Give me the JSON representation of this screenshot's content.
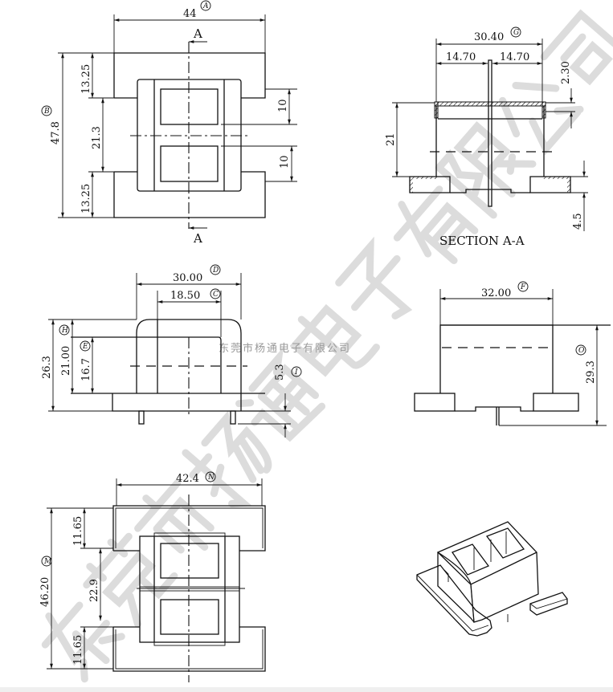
{
  "watermark": {
    "large": "东莞市杨通电子有限公司",
    "small": "东莞市杨通电子有限公司"
  },
  "top_view": {
    "width": "44",
    "width_ref": "A",
    "height": "47.8",
    "height_ref": "B",
    "flange_top": "13.25",
    "gap": "21.3",
    "flange_bottom": "13.25",
    "window_top": "10",
    "window_bottom": "10",
    "section_mark": "A"
  },
  "section_view": {
    "title": "SECTION A-A",
    "width": "30.40",
    "width_ref": "G",
    "half_left": "14.70",
    "half_right": "14.70",
    "height": "21",
    "wall": "2.30",
    "base": "4.5"
  },
  "front_view": {
    "outer_width": "30.00",
    "outer_ref": "D",
    "inner_width": "18.50",
    "inner_ref": "C",
    "total_height": "26.3",
    "body_height": "21.00",
    "body_ref": "H",
    "window_height": "16.7",
    "window_ref": "E",
    "pin_length": "5.3",
    "pin_ref": "I"
  },
  "side_view": {
    "width": "32.00",
    "width_ref": "F",
    "height": "29.3",
    "height_ref": "O"
  },
  "bottom_view": {
    "width": "42.4",
    "width_ref": "N",
    "height": "46.20",
    "height_ref": "M",
    "flange_top": "11.65",
    "gap": "22.9",
    "flange_bottom": "11.65"
  }
}
